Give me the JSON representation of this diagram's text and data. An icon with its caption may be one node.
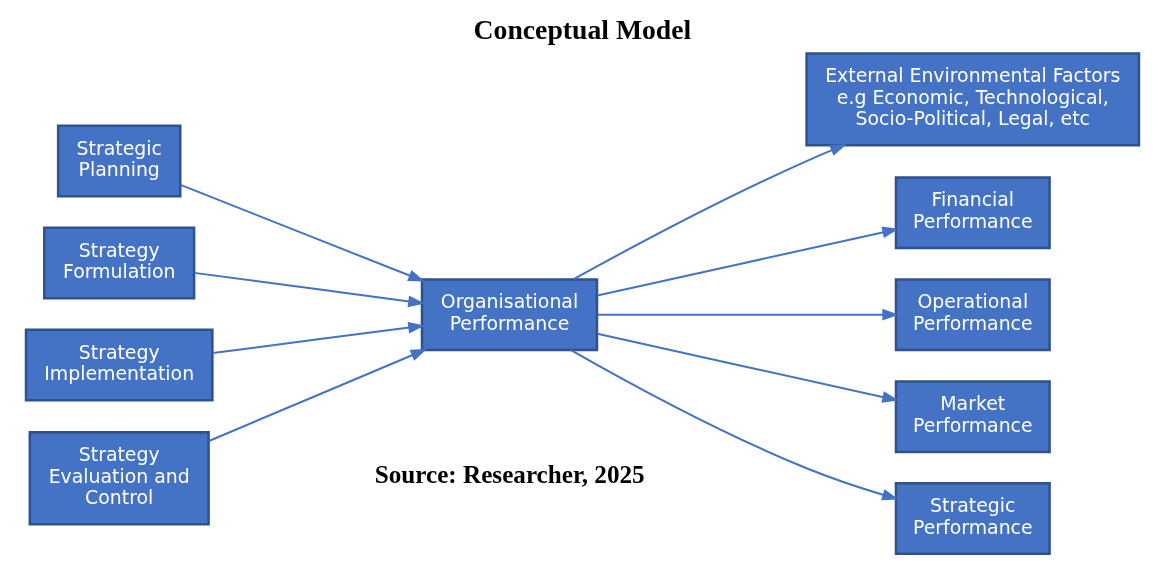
{
  "diagram": {
    "title": "Conceptual Model",
    "nodes": [
      {
        "text": [
          "Strategic Planning"
        ]
      },
      {
        "text": [
          "Strategy Formulation"
        ]
      },
      {
        "text": [
          "Strategy Implementation"
        ]
      },
      {
        "text": [
          "Strategy Evaluation and Control"
        ]
      },
      {
        "text": [
          "Organisational Performance"
        ]
      },
      {
        "text": [
          "External Environmental Factors e.g Economic, Technological, Socio-Political, Legal, etc"
        ]
      },
      {
        "text": [
          "Financial Performance"
        ]
      },
      {
        "text": [
          "Operational Performance"
        ]
      },
      {
        "text": [
          "Market Performance"
        ]
      },
      {
        "text": [
          "Strategic Performance"
        ]
      }
    ],
    "edges": [
      {
        "from": 0,
        "to": 4,
        "arrow": "to"
      },
      {
        "from": 1,
        "to": 4,
        "arrow": "to"
      },
      {
        "from": 2,
        "to": 4,
        "arrow": "to"
      },
      {
        "from": 3,
        "to": 4,
        "arrow": "to"
      },
      {
        "from": 4,
        "to": 5,
        "arrow": "to"
      },
      {
        "from": 4,
        "to": 6,
        "arrow": "to"
      },
      {
        "from": 4,
        "to": 7,
        "arrow": "to"
      },
      {
        "from": 4,
        "to": 8,
        "arrow": "to"
      },
      {
        "from": 4,
        "to": 9,
        "arrow": "to"
      }
    ],
    "labels": [
      "Source: Researcher, 2025"
    ]
  }
}
